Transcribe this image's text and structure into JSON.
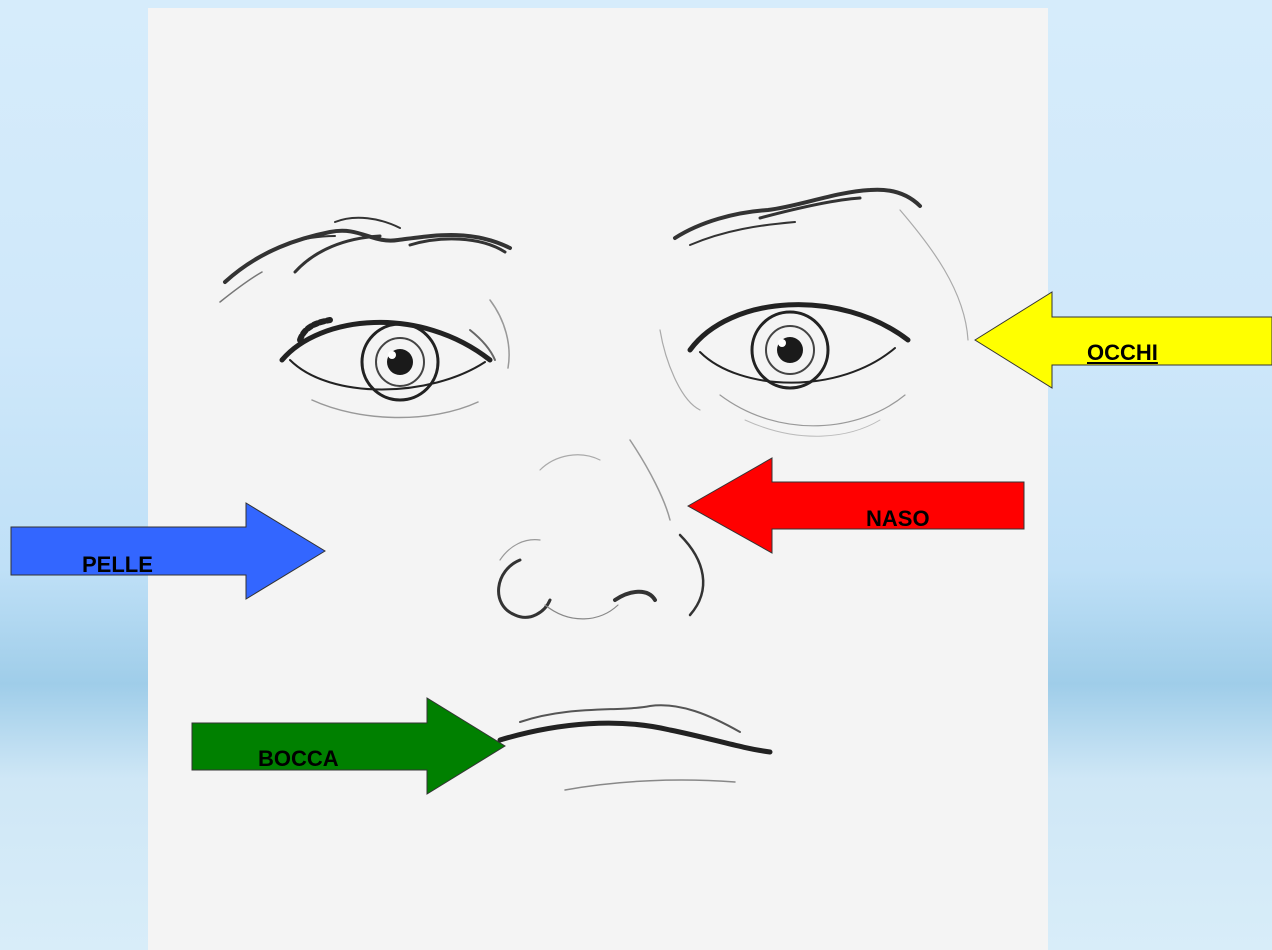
{
  "labels": {
    "occhi": "OCCHI",
    "naso": "NASO",
    "pelle": "PELLE",
    "bocca": "BOCCA"
  },
  "colors": {
    "occhi": "#ffff00",
    "naso": "#ff0000",
    "pelle": "#3366ff",
    "bocca": "#008000",
    "panel": "#f4f4f4",
    "ink": "#2a2a2a"
  }
}
